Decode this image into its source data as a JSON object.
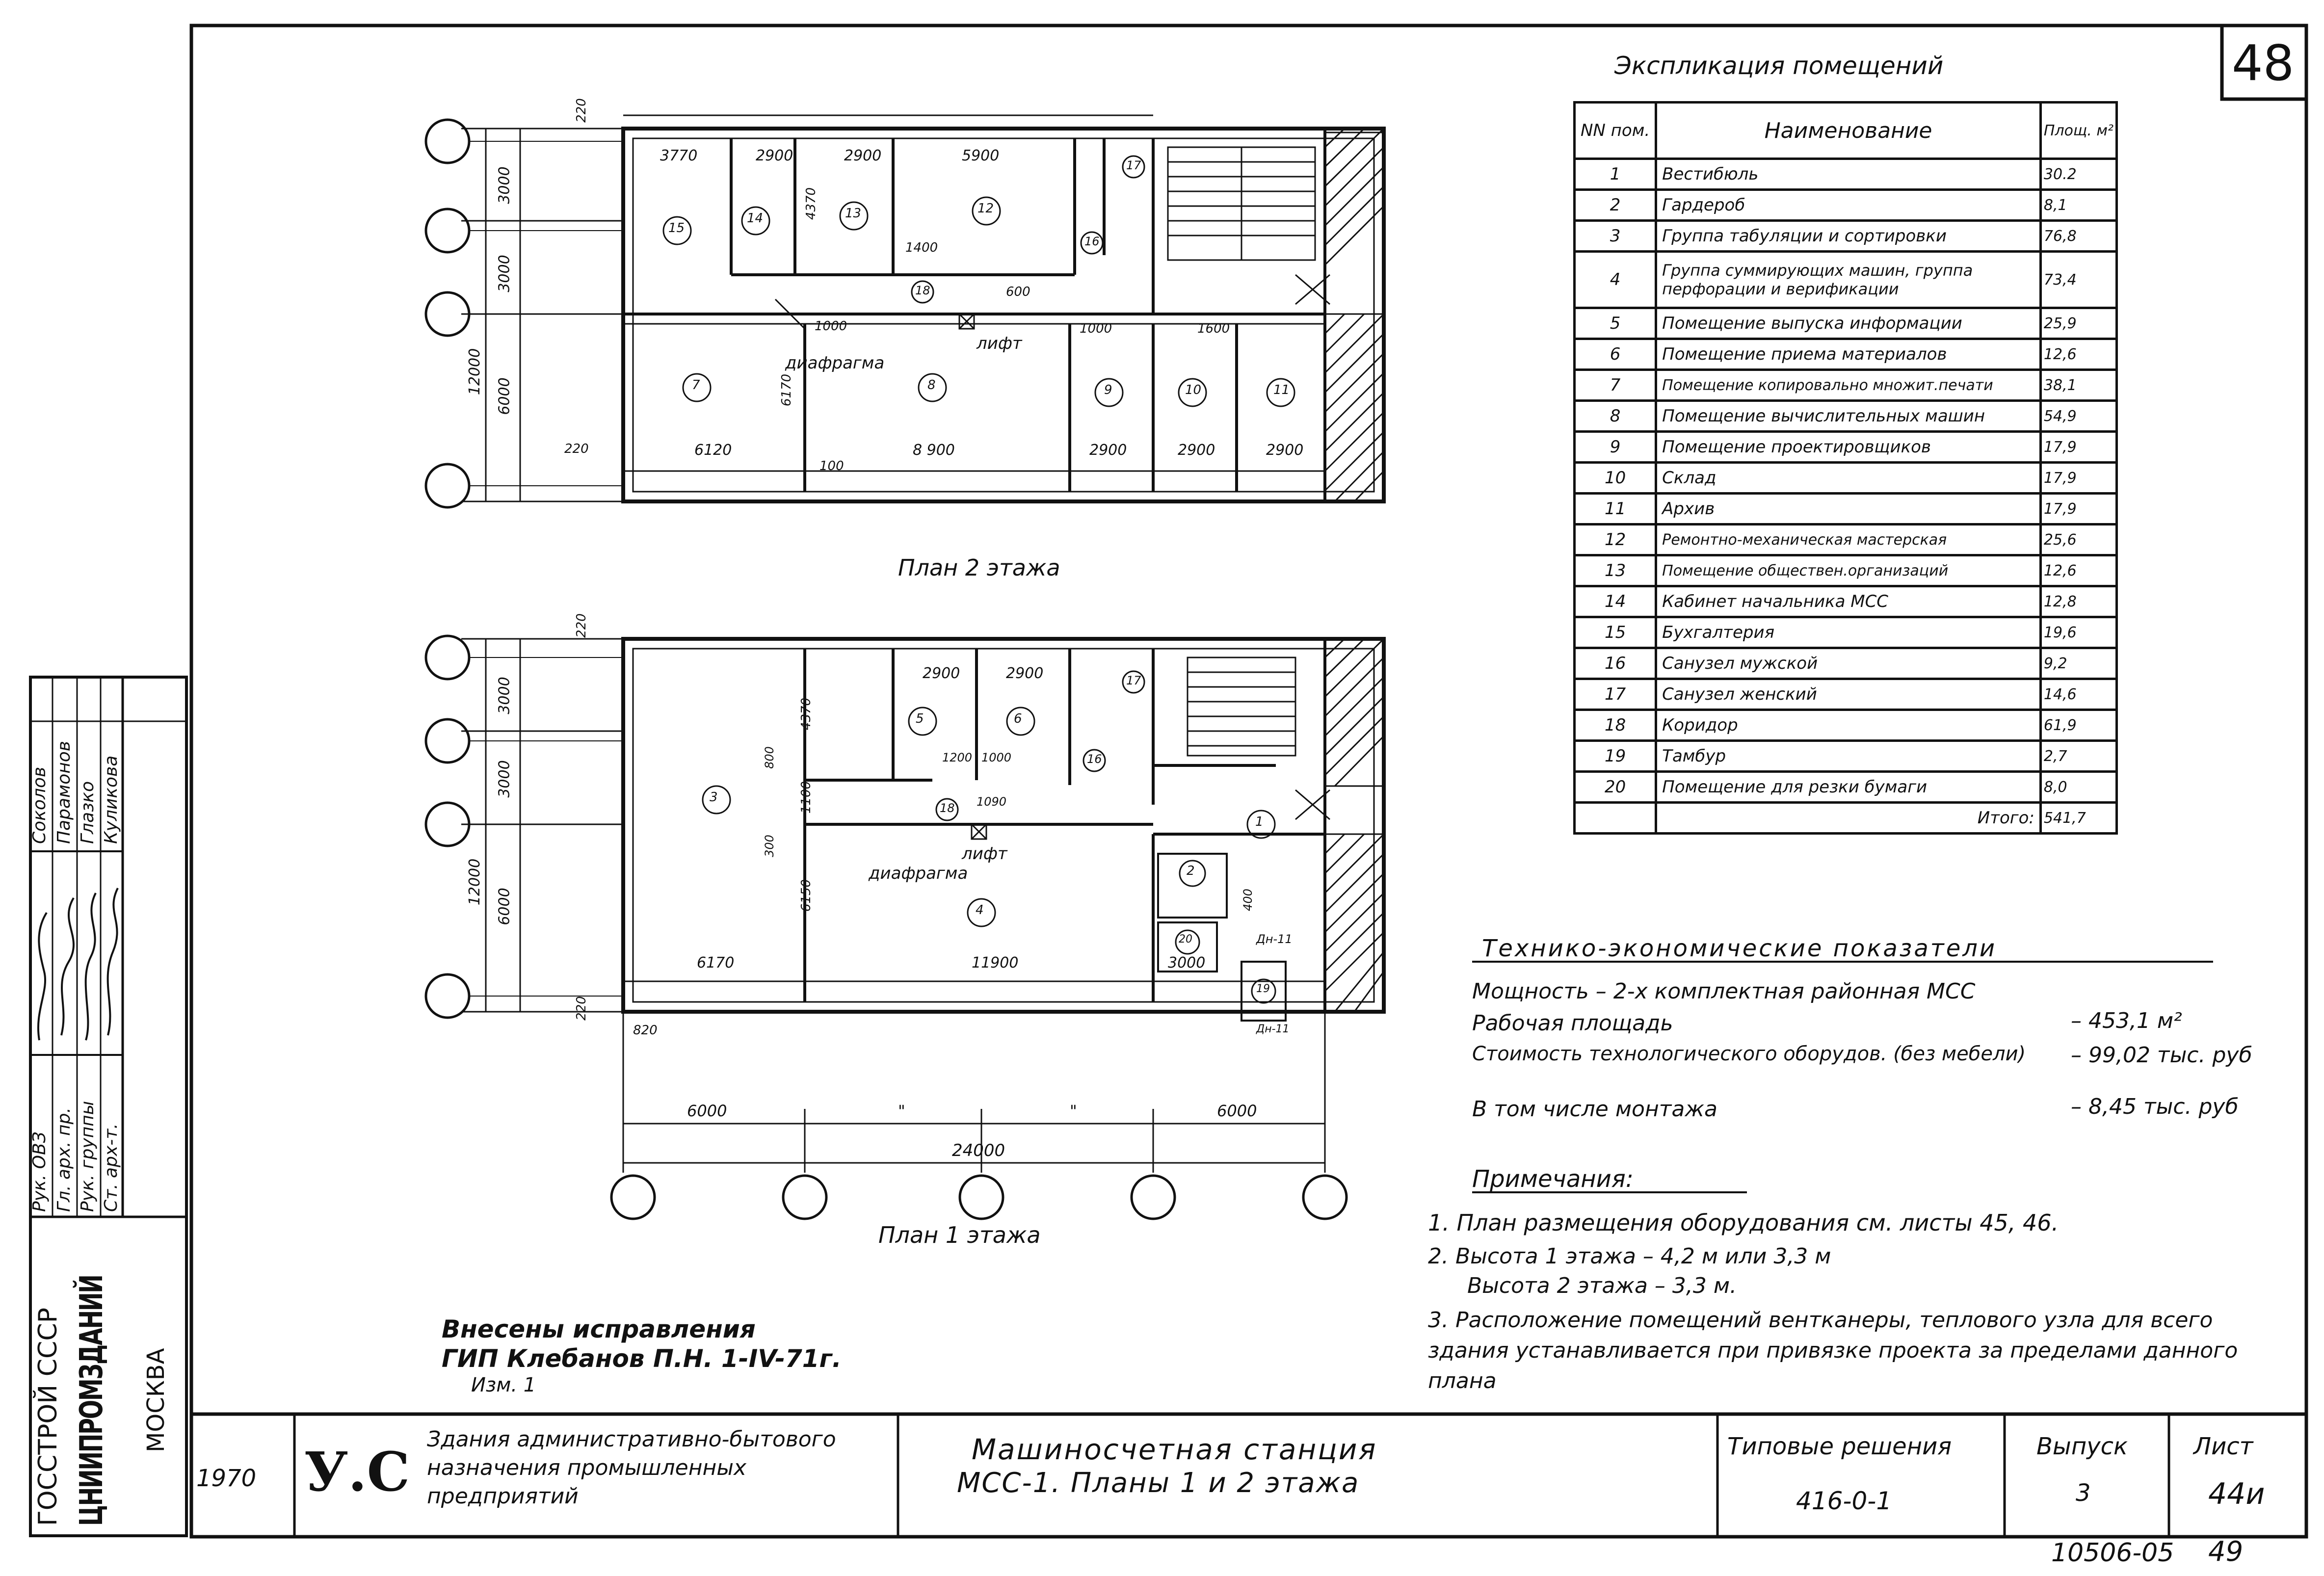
{
  "sheet_number": "48",
  "explication": {
    "title": "Экспликация помещений",
    "headers": {
      "num": "NN пом.",
      "name": "Наименование",
      "area": "Площ. м²"
    },
    "rows": [
      {
        "n": "1",
        "name": "Вестибюль",
        "area": "30.2"
      },
      {
        "n": "2",
        "name": "Гардероб",
        "area": "8,1"
      },
      {
        "n": "3",
        "name": "Группа табуляции и сортировки",
        "area": "76,8"
      },
      {
        "n": "4",
        "name": "Группа суммирующих машин, группа перфорации и верификации",
        "area": "73,4"
      },
      {
        "n": "5",
        "name": "Помещение выпуска информации",
        "area": "25,9"
      },
      {
        "n": "6",
        "name": "Помещение приема материалов",
        "area": "12,6"
      },
      {
        "n": "7",
        "name": "Помещение копировально множит.печати",
        "area": "38,1"
      },
      {
        "n": "8",
        "name": "Помещение вычислительных машин",
        "area": "54,9"
      },
      {
        "n": "9",
        "name": "Помещение проектировщиков",
        "area": "17,9"
      },
      {
        "n": "10",
        "name": "Склад",
        "area": "17,9"
      },
      {
        "n": "11",
        "name": "Архив",
        "area": "17,9"
      },
      {
        "n": "12",
        "name": "Ремонтно-механическая мастерская",
        "area": "25,6"
      },
      {
        "n": "13",
        "name": "Помещение обществен.организаций",
        "area": "12,6"
      },
      {
        "n": "14",
        "name": "Кабинет начальника МСС",
        "area": "12,8"
      },
      {
        "n": "15",
        "name": "Бухгалтерия",
        "area": "19,6"
      },
      {
        "n": "16",
        "name": "Санузел мужской",
        "area": "9,2"
      },
      {
        "n": "17",
        "name": "Санузел женский",
        "area": "14,6"
      },
      {
        "n": "18",
        "name": "Коридор",
        "area": "61,9"
      },
      {
        "n": "19",
        "name": "Тамбур",
        "area": "2,7"
      },
      {
        "n": "20",
        "name": "Помещение для резки бумаги",
        "area": "8,0"
      }
    ],
    "total_label": "Итого:",
    "total_area": "541,7"
  },
  "plan2": {
    "title": "План 2 этажа",
    "dims_top": [
      "3770",
      "2900",
      "2900",
      "5900"
    ],
    "dims_bottom": [
      "6120",
      "8 900",
      "2900",
      "2900",
      "2900"
    ],
    "dims_left": [
      "3000",
      "3000",
      "12000",
      "6000",
      "220",
      "220"
    ],
    "rooms": [
      "15",
      "14",
      "13",
      "12",
      "17",
      "16",
      "18",
      "7",
      "8",
      "9",
      "10",
      "11"
    ],
    "labels": {
      "diaphragm": "диафрагма",
      "lift": "лифт",
      "d1000a": "1000",
      "d1000b": "1000",
      "d1600": "1600",
      "d600": "600",
      "d1400": "1400",
      "d4370": "4370",
      "d6170": "6170",
      "d100": "100"
    }
  },
  "plan1": {
    "title": "План 1 этажа",
    "dims_top": [
      "2900",
      "2900"
    ],
    "dims_bottom": [
      "6170",
      "11900",
      "3000"
    ],
    "dims_axes": [
      "6000",
      "\"",
      "\"",
      "6000"
    ],
    "dim_total": "24000",
    "dims_left": [
      "3000",
      "3000",
      "12000",
      "6000",
      "220",
      "220",
      "820"
    ],
    "rooms": [
      "5",
      "6",
      "17",
      "16",
      "3",
      "18",
      "1",
      "2",
      "4",
      "20",
      "19"
    ],
    "labels": {
      "diaphragm": "диафрагма",
      "lift": "лифт",
      "d4370": "4370",
      "d1200": "1200",
      "d1000": "1000",
      "d1090": "1090",
      "d6150": "6150",
      "d1100": "1100",
      "d400": "400",
      "dn11": "Дн-11",
      "dn11b": "Дн-11",
      "d800": "800",
      "d300": "300"
    }
  },
  "tech": {
    "title": "Технико-экономические показатели",
    "rows": [
      {
        "label": "Мощность – 2-х комплектная районная МСС",
        "value": ""
      },
      {
        "label": "Рабочая площадь",
        "value": "– 453,1 м²"
      },
      {
        "label": "Стоимость технологического оборудов. (без мебели)",
        "value": "– 99,02 тыс. руб"
      },
      {
        "label": "В том числе монтажа",
        "value": "– 8,45 тыс. руб"
      }
    ]
  },
  "notes": {
    "title": "Примечания:",
    "items": [
      "1. План размещения оборудования см. листы 45, 46.",
      "2. Высота 1 этажа – 4,2 м или 3,3 м",
      "Высота 2 этажа – 3,3 м.",
      "3. Расположение помещений вентканеры, теплового узла для всего здания устанавливается при привязке проекта за пределами данного плана"
    ]
  },
  "corrections": {
    "line1": "Внесены исправления",
    "line2": "ГИП Клебанов П.Н. 1-IV-71г.",
    "line3": "Изм. 1"
  },
  "signatures": {
    "roles": [
      "Рук. ОВЗ",
      "Гл. арх. пр.",
      "Рук. группы",
      "Ст. арх-т."
    ],
    "names": [
      "Соколов",
      "Парамонов",
      "Глазко",
      "Куликова"
    ]
  },
  "org": {
    "line1": "ГОССТРОЙ СССР",
    "line2": "ЦНИИПРОМЗДАНИЙ",
    "line3": "МОСКВА"
  },
  "title_block": {
    "year": "1970",
    "section": "У.С",
    "purpose": "Здания административно-бытового назначения промышленных предприятий",
    "drawing_title_1": "Машиносчетная станция",
    "drawing_title_2": "МСС-1. Планы 1 и 2 этажа",
    "series_label": "Типовые решения",
    "series_value": "416-0-1",
    "issue_label": "Выпуск",
    "issue_value": "3",
    "sheet_label": "Лист",
    "sheet_value": "44и"
  },
  "footer": {
    "code": "10506-05",
    "page": "49"
  }
}
